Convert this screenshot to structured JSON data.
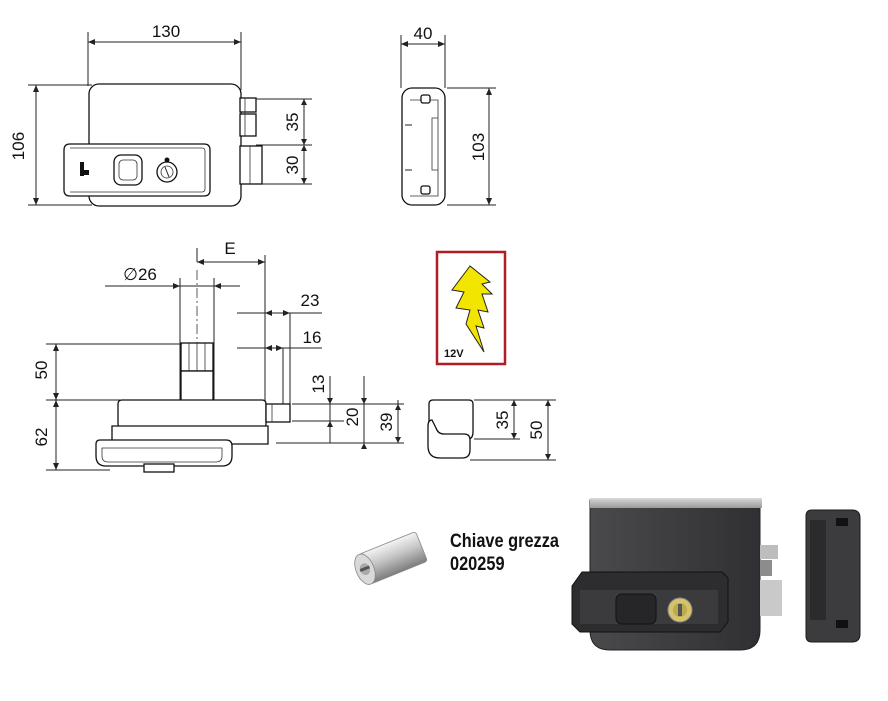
{
  "dimensions": {
    "front_width": "130",
    "front_height": "106",
    "front_bolt_upper": "35",
    "front_bolt_lower": "30",
    "side_width": "40",
    "side_height": "103",
    "cylinder_depth": "E",
    "cylinder_diameter": "∅26",
    "offset_23": "23",
    "offset_16": "16",
    "base_50": "50",
    "base_62": "62",
    "latch_13": "13",
    "latch_20": "20",
    "latch_39": "39",
    "end_35": "35",
    "end_50": "50"
  },
  "voltage_badge": {
    "label": "12V",
    "bolt_color": "#f2e600",
    "frame_color": "#b01e23"
  },
  "key_blank": {
    "title": "Chiave grezza",
    "code": "020259"
  }
}
